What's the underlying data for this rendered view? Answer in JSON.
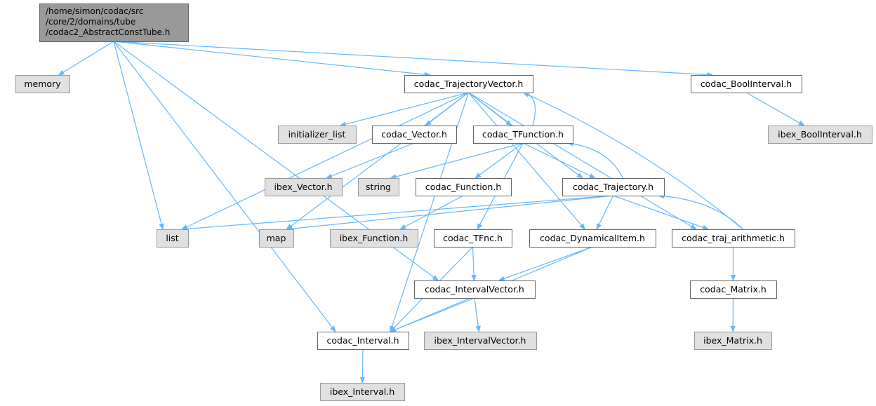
{
  "title": "",
  "colors": {
    "edge": "#63b8ff",
    "root_fill": "#999999",
    "local_fill": "#ffffff",
    "system_fill": "#e0e0e0",
    "border": "#666666"
  },
  "nodes": [
    {
      "id": "root",
      "kind": "root",
      "lines": [
        "/home/simon/codac/src",
        "/core/2/domains/tube",
        "/codac2_AbstractConstTube.h"
      ]
    },
    {
      "id": "memory",
      "kind": "system",
      "label": "memory"
    },
    {
      "id": "trajvec",
      "kind": "local",
      "label": "codac_TrajectoryVector.h"
    },
    {
      "id": "boolint",
      "kind": "local",
      "label": "codac_BoolInterval.h"
    },
    {
      "id": "ibex_boolint",
      "kind": "system",
      "label": "ibex_BoolInterval.h"
    },
    {
      "id": "initlist",
      "kind": "system",
      "label": "initializer_list"
    },
    {
      "id": "vector",
      "kind": "local",
      "label": "codac_Vector.h"
    },
    {
      "id": "tfunc",
      "kind": "local",
      "label": "codac_TFunction.h"
    },
    {
      "id": "ibex_vector",
      "kind": "system",
      "label": "ibex_Vector.h"
    },
    {
      "id": "string",
      "kind": "system",
      "label": "string"
    },
    {
      "id": "function",
      "kind": "local",
      "label": "codac_Function.h"
    },
    {
      "id": "traj",
      "kind": "local",
      "label": "codac_Trajectory.h"
    },
    {
      "id": "list",
      "kind": "system",
      "label": "list"
    },
    {
      "id": "map",
      "kind": "system",
      "label": "map"
    },
    {
      "id": "ibex_function",
      "kind": "system",
      "label": "ibex_Function.h"
    },
    {
      "id": "tfnc",
      "kind": "local",
      "label": "codac_TFnc.h"
    },
    {
      "id": "dynitem",
      "kind": "local",
      "label": "codac_DynamicalItem.h"
    },
    {
      "id": "trajarith",
      "kind": "local",
      "label": "codac_traj_arithmetic.h"
    },
    {
      "id": "intvec",
      "kind": "local",
      "label": "codac_IntervalVector.h"
    },
    {
      "id": "matrix",
      "kind": "local",
      "label": "codac_Matrix.h"
    },
    {
      "id": "interval",
      "kind": "local",
      "label": "codac_Interval.h"
    },
    {
      "id": "ibex_intvec",
      "kind": "system",
      "label": "ibex_IntervalVector.h"
    },
    {
      "id": "ibex_matrix",
      "kind": "system",
      "label": "ibex_Matrix.h"
    },
    {
      "id": "ibex_interval",
      "kind": "system",
      "label": "ibex_Interval.h"
    }
  ],
  "edges": [
    [
      "root",
      "memory"
    ],
    [
      "root",
      "list"
    ],
    [
      "root",
      "trajvec"
    ],
    [
      "root",
      "boolint"
    ],
    [
      "root",
      "intvec"
    ],
    [
      "root",
      "interval"
    ],
    [
      "boolint",
      "ibex_boolint"
    ],
    [
      "trajvec",
      "initlist"
    ],
    [
      "trajvec",
      "vector"
    ],
    [
      "trajvec",
      "tfunc"
    ],
    [
      "trajvec",
      "traj"
    ],
    [
      "trajvec",
      "list"
    ],
    [
      "trajvec",
      "map"
    ],
    [
      "trajvec",
      "interval"
    ],
    [
      "trajvec",
      "dynitem"
    ],
    [
      "trajvec",
      "trajarith"
    ],
    [
      "vector",
      "ibex_vector"
    ],
    [
      "tfunc",
      "trajvec"
    ],
    [
      "tfunc",
      "string"
    ],
    [
      "tfunc",
      "function"
    ],
    [
      "tfunc",
      "traj"
    ],
    [
      "tfunc",
      "tfnc"
    ],
    [
      "function",
      "ibex_function"
    ],
    [
      "traj",
      "tfunc"
    ],
    [
      "traj",
      "list"
    ],
    [
      "traj",
      "map"
    ],
    [
      "traj",
      "dynitem"
    ],
    [
      "traj",
      "trajarith"
    ],
    [
      "trajarith",
      "trajvec"
    ],
    [
      "trajarith",
      "traj"
    ],
    [
      "trajarith",
      "matrix"
    ],
    [
      "tfnc",
      "intvec"
    ],
    [
      "tfnc",
      "interval"
    ],
    [
      "dynitem",
      "intvec"
    ],
    [
      "dynitem",
      "interval"
    ],
    [
      "intvec",
      "interval"
    ],
    [
      "intvec",
      "ibex_intvec"
    ],
    [
      "matrix",
      "ibex_matrix"
    ],
    [
      "interval",
      "ibex_interval"
    ]
  ]
}
